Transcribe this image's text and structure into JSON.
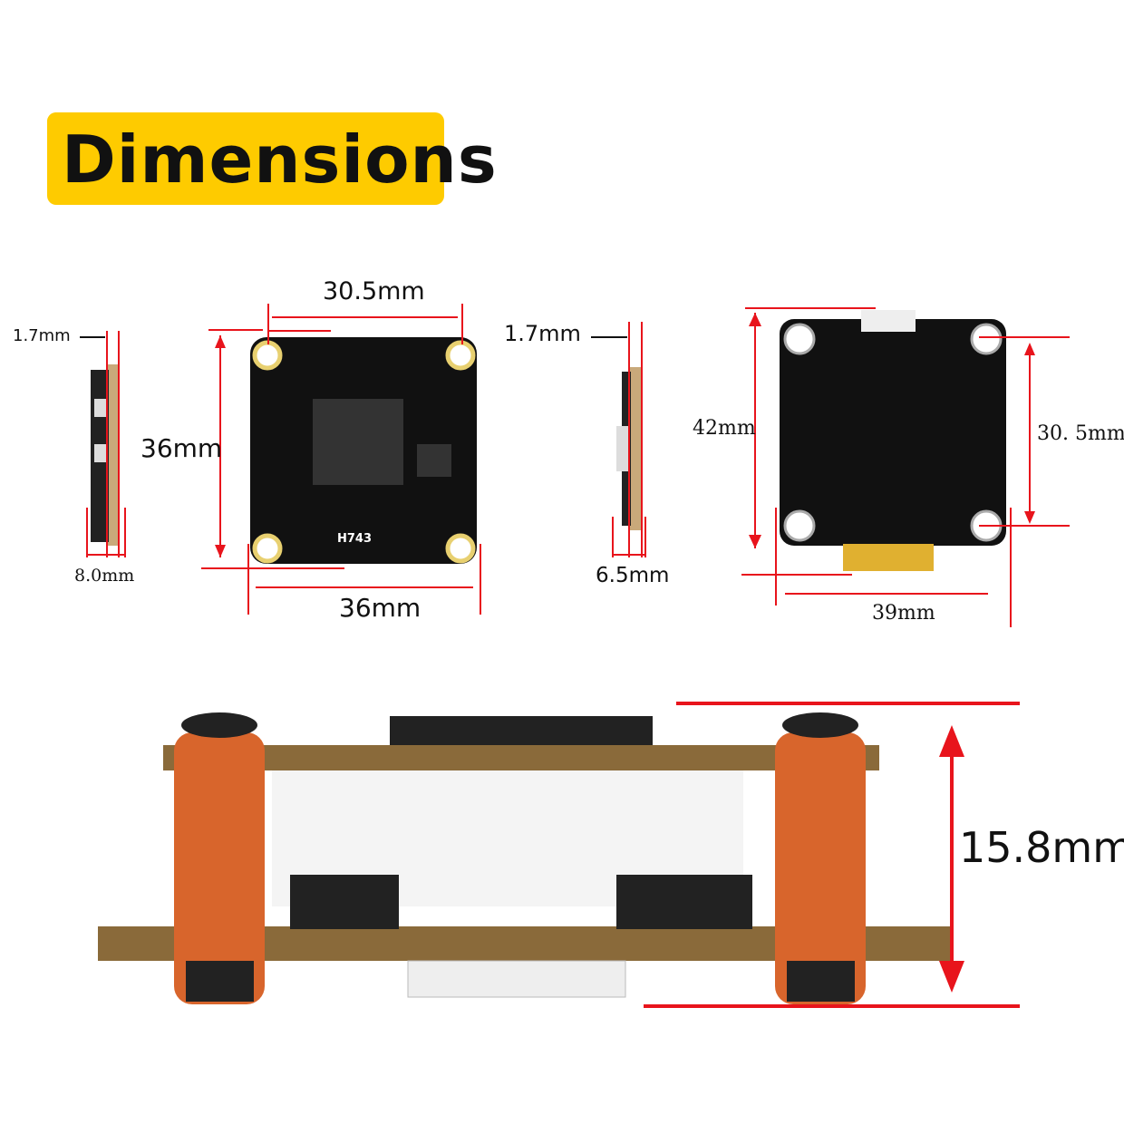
{
  "title": "Dimensions",
  "flight_controller": {
    "side_thickness": "1.7mm",
    "mount_spacing": "30.5mm",
    "height": "36mm",
    "side_depth": "8.0mm",
    "width": "36mm",
    "board_label": "H743"
  },
  "esc": {
    "side_thickness": "1.7mm",
    "side_depth": "6.5mm",
    "height": "42mm",
    "mount_spacing": "30. 5mm",
    "width": "39mm"
  },
  "stack": {
    "height": "15.8mm"
  },
  "colors": {
    "badge": "#fecb00",
    "dimension_lines": "#e8141c",
    "standoff": "#d8652c",
    "board": "#111111"
  }
}
